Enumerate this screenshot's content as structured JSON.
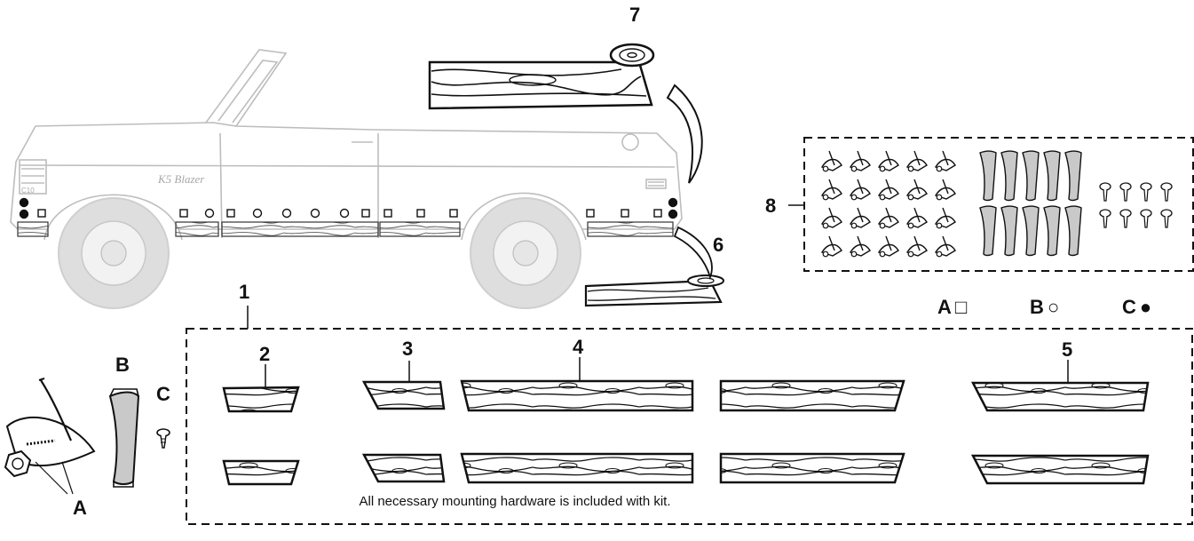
{
  "callouts": {
    "c1": "1",
    "c2": "2",
    "c3": "3",
    "c4": "4",
    "c5": "5",
    "c6": "6",
    "c7": "7",
    "c8": "8",
    "a": "A",
    "b": "B",
    "c": "C"
  },
  "legend": {
    "a": {
      "label": "A",
      "symbol": "□"
    },
    "b": {
      "label": "B",
      "symbol": "○"
    },
    "c": {
      "label": "C",
      "symbol": "●"
    }
  },
  "emblem_text": "K5 Blazer",
  "badge_text": "C10",
  "note": "All necessary mounting hardware is included with kit."
}
